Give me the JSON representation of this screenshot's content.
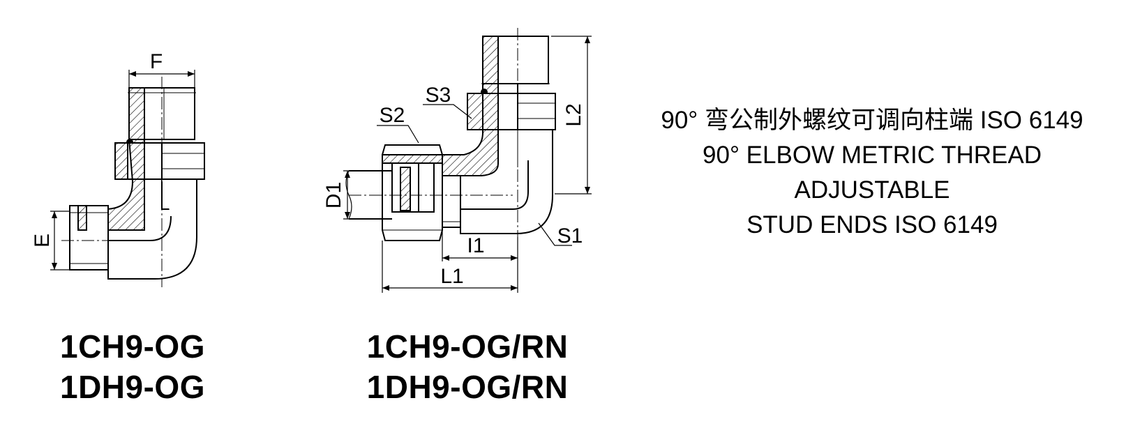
{
  "left_drawing": {
    "dimensions": {
      "F": "F",
      "E": "E"
    },
    "captions": [
      "1CH9-OG",
      "1DH9-OG"
    ]
  },
  "right_drawing": {
    "dimensions": {
      "S3": "S3",
      "S2": "S2",
      "L2": "L2",
      "D1": "D1",
      "S1": "S1",
      "I1": "I1",
      "L1": "L1"
    },
    "captions": [
      "1CH9-OG/RN",
      "1DH9-OG/RN"
    ]
  },
  "description": {
    "lines": [
      "90° 弯公制外螺纹可调向柱端 ISO 6149",
      "90°  ELBOW METRIC THREAD",
      "ADJUSTABLE",
      "STUD ENDS  ISO 6149"
    ]
  }
}
